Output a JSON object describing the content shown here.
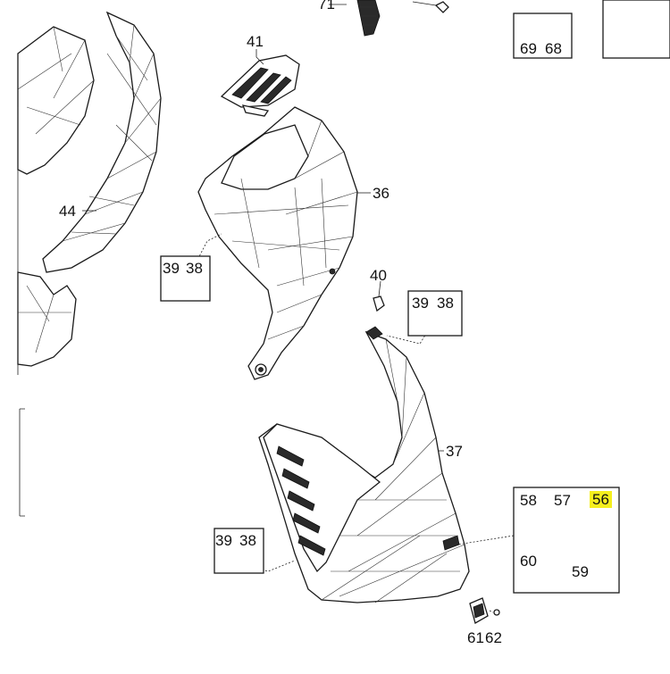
{
  "callouts": {
    "p71": "71",
    "p69": "69",
    "p68": "68",
    "p41": "41",
    "p44": "44",
    "p36": "36",
    "p39a": "39",
    "p38a": "38",
    "p40": "40",
    "p39b": "39",
    "p38b": "38",
    "p37": "37",
    "p58": "58",
    "p57": "57",
    "p56": "56",
    "p60": "60",
    "p59": "59",
    "p39c": "39",
    "p38c": "38",
    "p61": "61",
    "p62": "62"
  },
  "highlight_color": "#f5ef1e"
}
